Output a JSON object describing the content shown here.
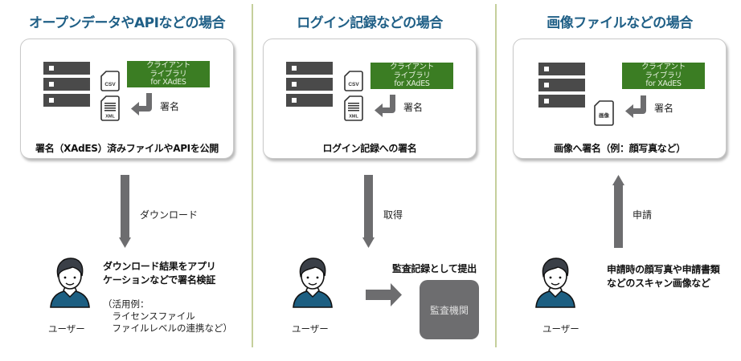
{
  "colors": {
    "title": "#1f5f86",
    "library_box": "#3b7d23",
    "server": "#4a4a4a",
    "arrow": "#6d6d6f",
    "divider": "#c5cf9c",
    "user_shirt": "#1d5f82"
  },
  "panels": [
    {
      "title": "オープンデータやAPIなどの場合",
      "library": [
        "クライアント",
        "ライブラリ",
        "for XAdES"
      ],
      "files": [
        {
          "icon": "csv-file-icon",
          "label": "CSV"
        },
        {
          "icon": "xml-file-icon",
          "label": "XML"
        }
      ],
      "sign_label": "署名",
      "caption": "署名（XAdES）済みファイルやAPIを公開",
      "flow_direction": "down",
      "flow_label": "ダウンロード",
      "user_label": "ユーザー",
      "description_bold": [
        "ダウンロード結果をアプリ",
        "ケーションなどで署名検証"
      ],
      "description_plain": [
        "（活用例：",
        "　ライセンスファイル",
        "　ファイルレベルの連携など）"
      ]
    },
    {
      "title": "ログイン記録などの場合",
      "library": [
        "クライアント",
        "ライブラリ",
        "for XAdES"
      ],
      "files": [
        {
          "icon": "csv-file-icon",
          "label": "CSV"
        },
        {
          "icon": "xml-file-icon",
          "label": "XML"
        }
      ],
      "sign_label": "署名",
      "caption": "ログイン記録への署名",
      "flow_direction": "down",
      "flow_label": "取得",
      "user_label": "ユーザー",
      "submit_label": "監査記録として提出",
      "agency_label": "監査機関"
    },
    {
      "title": "画像ファイルなどの場合",
      "library": [
        "クライアント",
        "ライブラリ",
        "for XAdES"
      ],
      "files": [
        {
          "icon": "image-file-icon",
          "label": "画像"
        }
      ],
      "sign_label": "署名",
      "caption": "画像へ署名（例：顔写真など）",
      "flow_direction": "up",
      "flow_label": "申請",
      "user_label": "ユーザー",
      "description_bold": [
        "申請時の顔写真や申請書類",
        "などのスキャン画像など"
      ]
    }
  ]
}
